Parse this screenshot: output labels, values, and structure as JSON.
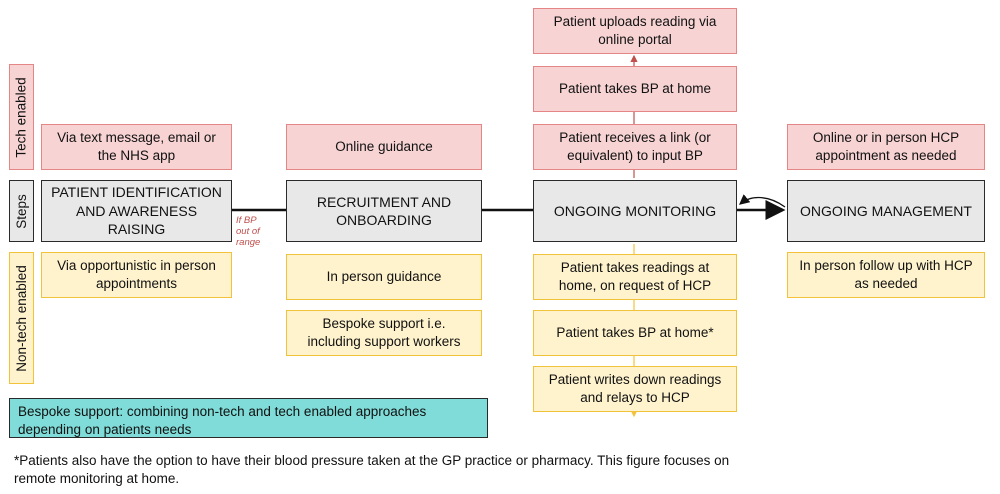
{
  "labels": {
    "tech_enabled": "Tech enabled",
    "steps": "Steps",
    "non_tech_enabled": "Non-tech enabled"
  },
  "steps": {
    "identification": "PATIENT IDENTIFICATION\nAND AWARENESS RAISING",
    "recruitment": "RECRUITMENT AND\nONBOARDING",
    "monitoring": "ONGOING MONITORING",
    "management": "ONGOING MANAGEMENT"
  },
  "condition_note": "If BP\nout of\nrange",
  "tech": {
    "identification": "Via text message, email or\nthe NHS app",
    "recruitment": "Online guidance",
    "monitoring_1": "Patient receives a link (or\nequivalent) to input BP",
    "monitoring_2": "Patient takes BP at home",
    "monitoring_3": "Patient uploads reading via\nonline portal",
    "management": "Online or in person HCP\nappointment as needed"
  },
  "nontech": {
    "identification": "Via opportunistic in person\nappointments",
    "recruitment_1": "In person guidance",
    "recruitment_2": "Bespoke support i.e.\nincluding support workers",
    "monitoring_1": "Patient takes readings at\nhome, on request of HCP",
    "monitoring_2": "Patient takes BP at home*",
    "monitoring_3": "Patient writes down readings\nand relays to HCP",
    "management": "In person follow up with HCP\nas needed"
  },
  "bespoke": "Bespoke support: combining non-tech and tech enabled approaches\ndepending on patients needs",
  "footnote": "*Patients also have the option to have their blood pressure taken at the GP practice or pharmacy. This figure focuses on\nremote monitoring at home.",
  "colors": {
    "tech_fill": "#f7d3d3",
    "tech_border": "#e58686",
    "nontech_fill": "#fff3cd",
    "nontech_border": "#f2c33a",
    "step_fill": "#e8e8e8",
    "bespoke_fill": "#7fdcd8",
    "arrow_red": "#c0504d",
    "arrow_yellow": "#f2c33a"
  }
}
